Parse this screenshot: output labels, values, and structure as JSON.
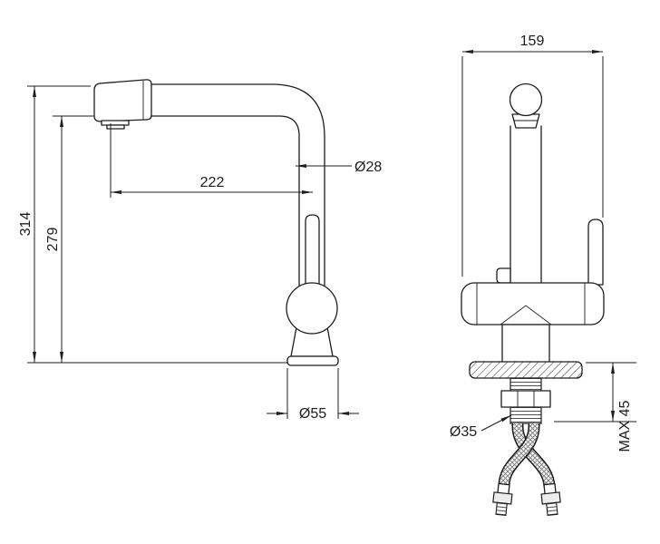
{
  "colors": {
    "line": "#1d1d1d",
    "background": "#ffffff"
  },
  "side_view": {
    "total_height": "314",
    "spout_height": "279",
    "spout_reach": "222",
    "spout_diameter": "Ø28",
    "base_diameter": "Ø55"
  },
  "front_view": {
    "overall_width": "159",
    "hole_diameter": "Ø35",
    "max_deck_thickness": "MAX 45"
  }
}
